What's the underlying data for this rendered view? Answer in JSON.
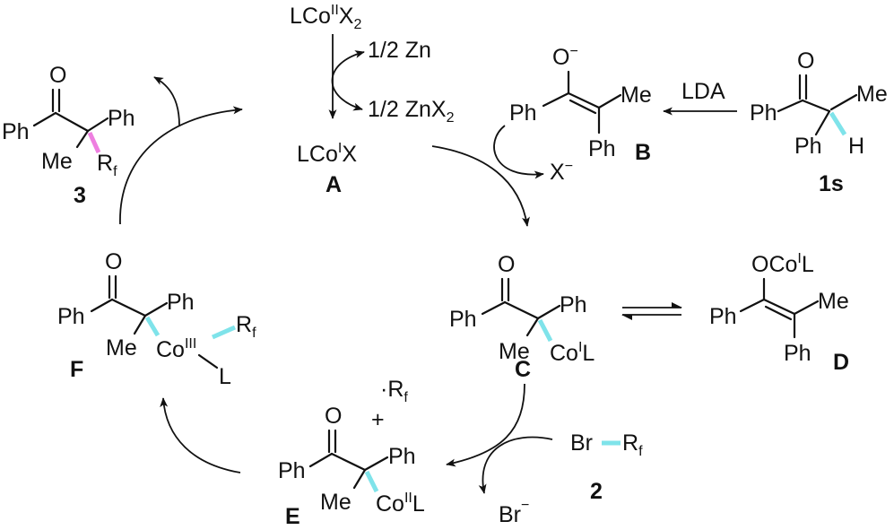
{
  "colors": {
    "highlight_bond": "#7fe3ea",
    "product_bond": "#ee7fe0",
    "ink": "#111111"
  },
  "labels": {
    "ph": "Ph",
    "me": "Me",
    "o": "O",
    "h": "H",
    "rf_r": "R",
    "rf_sub": "f",
    "co": "Co",
    "l": "L",
    "br": "Br",
    "x": "X",
    "minus": "−"
  },
  "reagents": {
    "catalyst_pre": "LCo",
    "catalyst_pre_ox": "II",
    "catalyst_pre_x": "X",
    "catalyst_pre_sub": "2",
    "zn": "1/2 Zn",
    "znx2": "1/2 ZnX",
    "znx2_sub": "2",
    "lda": "LDA",
    "a_formula": "LCo",
    "a_ox": "I",
    "a_x": "X",
    "x_minus": "X",
    "br_minus": "Br",
    "radical_dot": "·",
    "plus": "+",
    "d_group": "OCo",
    "d_ox": "I",
    "d_l": "L",
    "c_ox": "I",
    "e_ox": "II",
    "f_ox": "III"
  },
  "compound_ids": {
    "A": "A",
    "B": "B",
    "C": "C",
    "D": "D",
    "E": "E",
    "F": "F",
    "s1": "1s",
    "n2": "2",
    "n3": "3"
  }
}
